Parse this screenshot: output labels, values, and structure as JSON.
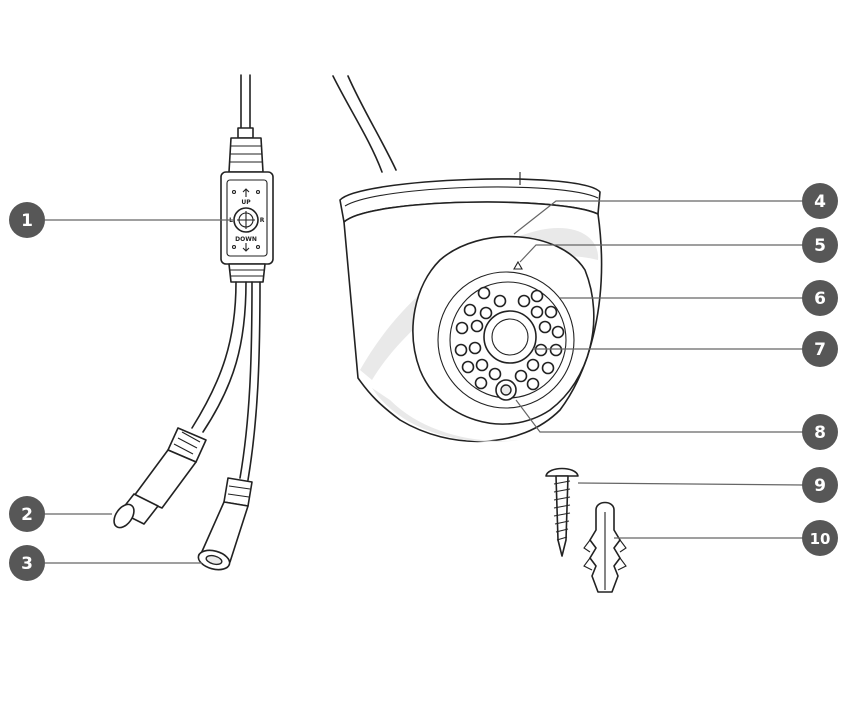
{
  "callouts": [
    "1",
    "2",
    "3",
    "4",
    "5",
    "6",
    "7",
    "8",
    "9",
    "10"
  ],
  "joystick": {
    "up": "UP",
    "down": "DOWN",
    "left": "L",
    "right": "R"
  },
  "colors": {
    "callout_fill": "#575757",
    "outline": "#222222",
    "shade": "#e9e9e9"
  }
}
